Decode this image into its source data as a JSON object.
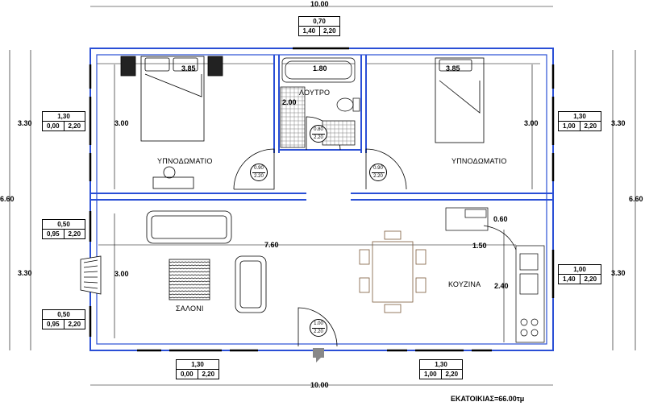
{
  "dimensions": {
    "top_width": "10.00",
    "bottom_width": "10.00",
    "left_height": "6.60",
    "right_height": "6.60",
    "left_upper": "3.30",
    "left_lower": "3.30",
    "right_upper": "3.30",
    "right_lower": "3.30",
    "bedroom_left_width": "3.85",
    "bedroom_left_depth": "3.00",
    "bathroom_width": "1.80",
    "bathroom_depth": "2.00",
    "bedroom_right_width": "3.85",
    "bedroom_right_depth": "3.00",
    "living_width": "7.60",
    "living_depth": "3.00",
    "kitchen_offset": "0.60",
    "kitchen_width": "1.50",
    "kitchen_depth": "2.40"
  },
  "rooms": {
    "bedroom_left": "ΥΠΝΟΔΩΜΑΤΙΟ",
    "bathroom": "ΛΟΥΤΡΟ",
    "bedroom_right": "ΥΠΝΟΔΩΜΑΤΙΟ",
    "living": "ΣΑΛΟΝΙ",
    "kitchen": "ΚΟΥΖΙΝΑ"
  },
  "windows": {
    "top_bathroom": {
      "width": "0,70",
      "height": "1,40",
      "sill": "2,20"
    },
    "left_bedroom": {
      "width": "1,30",
      "height": "0,00",
      "sill": "2,20"
    },
    "right_bedroom": {
      "width": "1,30",
      "height": "1,00",
      "sill": "2,20"
    },
    "left_living_upper": {
      "width": "0,50",
      "height": "0,95",
      "sill": "2,20"
    },
    "left_living_lower": {
      "width": "0,50",
      "height": "0,95",
      "sill": "2,20"
    },
    "right_kitchen": {
      "width": "1,00",
      "height": "1,40",
      "sill": "2,20"
    },
    "bottom_left": {
      "width": "1,30",
      "height": "0,00",
      "sill": "2,20"
    },
    "bottom_right": {
      "width": "1,30",
      "height": "1,00",
      "sill": "2,20"
    }
  },
  "doors": {
    "bedroom_left": {
      "width": "0.90",
      "height": "2.20"
    },
    "bathroom": {
      "width": "0.80",
      "height": "2.20"
    },
    "bedroom_right": {
      "width": "0.90",
      "height": "2.20"
    },
    "entrance": {
      "width": "1.00",
      "height": "2.20"
    }
  },
  "total_area": "ΕΚΑΤΟΙΚΙΑΣ=66.00τμ",
  "colors": {
    "wall": "#2a4fd6",
    "line": "#000000",
    "entrance_arrow": "#888888"
  }
}
